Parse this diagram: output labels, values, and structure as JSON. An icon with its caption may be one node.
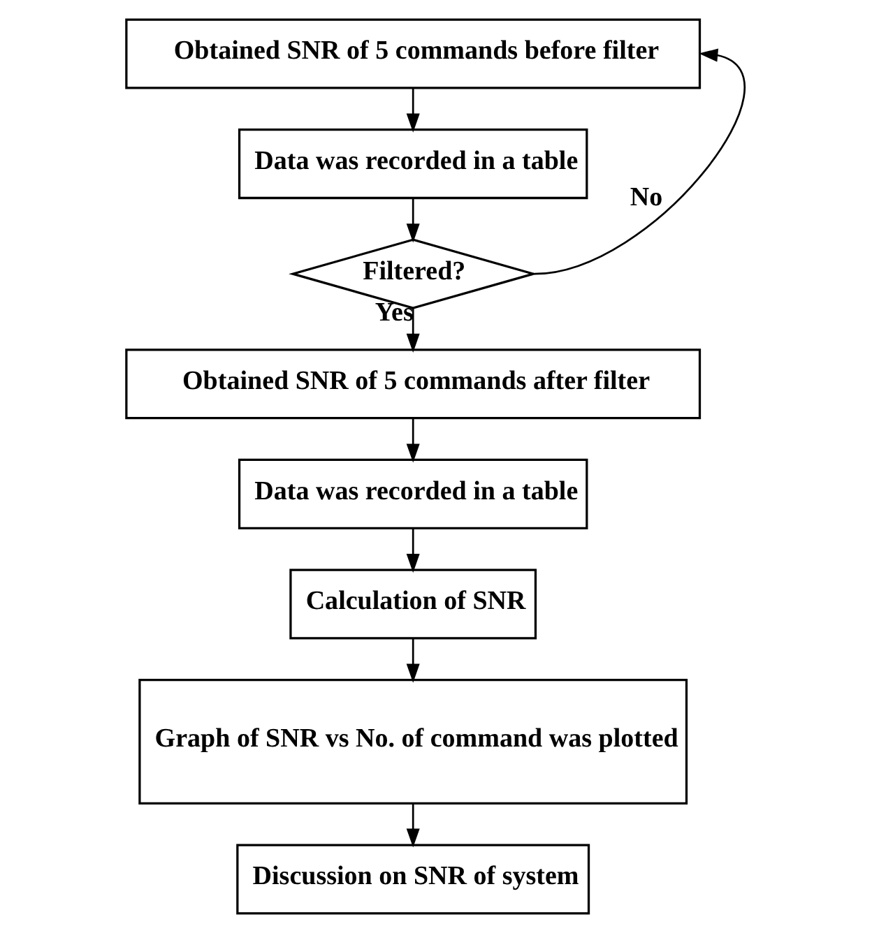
{
  "diagram": {
    "nodes": [
      {
        "text": [
          "Obtained SNR of 5 commands before filter"
        ]
      },
      {
        "text": [
          "Data was recorded in a table"
        ]
      },
      {
        "text": [
          "Filtered?"
        ]
      },
      {
        "text": [
          "Obtained SNR of 5 commands after filter"
        ]
      },
      {
        "text": [
          "Data was recorded in a table"
        ]
      },
      {
        "text": [
          "Calculation of SNR"
        ]
      },
      {
        "text": [
          "Graph of SNR vs No. of command was plotted"
        ]
      },
      {
        "text": [
          "Discussion on SNR of system"
        ]
      }
    ],
    "edges": [
      {
        "from": 0,
        "to": 1,
        "arrow": "to"
      },
      {
        "from": 1,
        "to": 2,
        "arrow": "to"
      },
      {
        "from": 2,
        "to": 3,
        "arrow": "to",
        "label": "Yes"
      },
      {
        "from": 2,
        "to": 0,
        "arrow": "to",
        "label": "No"
      },
      {
        "from": 3,
        "to": 4,
        "arrow": "to"
      },
      {
        "from": 4,
        "to": 5,
        "arrow": "to"
      },
      {
        "from": 5,
        "to": 6,
        "arrow": "to"
      },
      {
        "from": 6,
        "to": 7,
        "arrow": "to"
      }
    ]
  }
}
